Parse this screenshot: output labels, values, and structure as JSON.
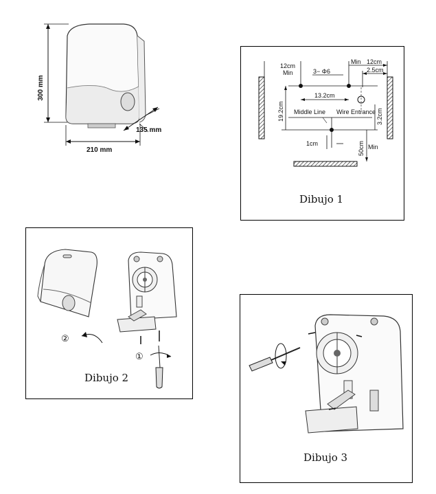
{
  "overview": {
    "height_label": "300 mm",
    "width_label": "210 mm",
    "depth_label": "135 mm"
  },
  "dibujo1": {
    "caption": "Dibujo 1",
    "labels": {
      "clear_12cm_left": "12cm",
      "min_left": "Min",
      "holes": "3− Φ6",
      "min_right": "Min",
      "clear_12cm_right": "12cm",
      "offset_2_5": "2.5cm",
      "height_19_2": "19.2cm",
      "span_13_2": "13.2cm",
      "middle_line": "Middle Line",
      "wire_entrance": "Wire Entrance",
      "offset_3_2": "3.2cm",
      "offset_1cm": "1cm",
      "floor_50": "50cm",
      "min_bottom": "Min"
    }
  },
  "dibujo2": {
    "caption": "Dibujo 2",
    "step1": "①",
    "step2": "②"
  },
  "dibujo3": {
    "caption": "Dibujo 3"
  }
}
